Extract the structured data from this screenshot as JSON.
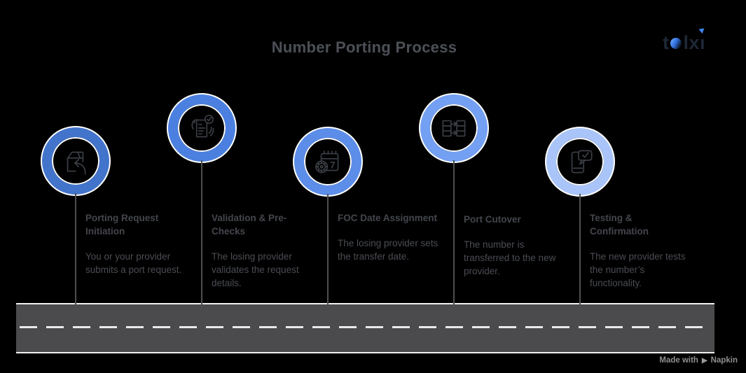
{
  "title": "Number Porting Process",
  "logo": {
    "name": "telxi",
    "part_t": "t",
    "part_lx": "lx",
    "part_i": "ı",
    "accent_color": "#3f86f0",
    "text_color": "#1e2836"
  },
  "steps": [
    {
      "title": "Porting Request Initiation",
      "description": "You or your provider submits a port request.",
      "icon": "package-return-icon",
      "ring_color": "#4374cc"
    },
    {
      "title": "Validation & Pre-Checks",
      "description": "The losing provider validates the request details.",
      "icon": "document-check-icon",
      "ring_color": "#4b80e0"
    },
    {
      "title": "FOC Date Assignment",
      "description": "The losing provider sets the transfer date.",
      "icon": "calendar-gear-icon",
      "ring_color": "#5c8de9"
    },
    {
      "title": "Port Cutover",
      "description": "The number is transferred to the new provider.",
      "icon": "server-transfer-icon",
      "ring_color": "#74a0f3"
    },
    {
      "title": "Testing & Confirmation",
      "description": "The new provider tests the number’s functionality.",
      "icon": "phone-check-icon",
      "ring_color": "#a9c4f8"
    }
  ],
  "footer": {
    "made_with": "Made with",
    "brand": "Napkin"
  },
  "colors": {
    "background": "#000000",
    "road_fill": "#4b4b4d",
    "road_line": "#efefef",
    "connector": "#4f4f4f",
    "icon_stroke": "#3b3f46",
    "title": "#4c5056",
    "step_title": "#43464c",
    "step_body": "#4a4d53"
  }
}
